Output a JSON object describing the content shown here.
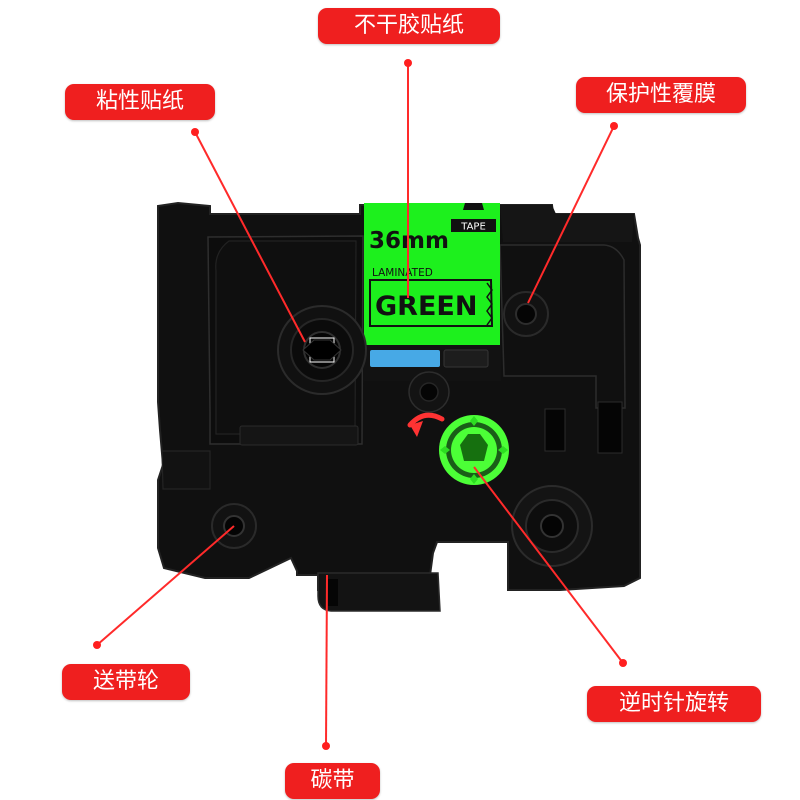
{
  "colors": {
    "callout_bg": "#ef1f1f",
    "line": "#ff2a2a",
    "dot": "#ff1f1f",
    "cassette": "#101010",
    "cassette_edge": "#2b2b2b",
    "tape_green": "#1df01d",
    "gear_green": "#4cff37",
    "blue_window": "#47a9e6",
    "white": "#ffffff"
  },
  "callouts": {
    "top": "不干胶贴纸",
    "left": "粘性贴纸",
    "right": "保护性覆膜",
    "feed_wheel": "送带轮",
    "rotate": "逆时针旋转",
    "ribbon": "碳带"
  },
  "tape_label": {
    "size": "36mm",
    "tape_tag": "TAPE",
    "laminated": "LAMINATED",
    "color_name": "GREEN"
  },
  "icons": {
    "arrow": "counterclockwise-arrow-icon",
    "gear": "green-gear-icon",
    "dot": "pointer-dot-icon"
  }
}
